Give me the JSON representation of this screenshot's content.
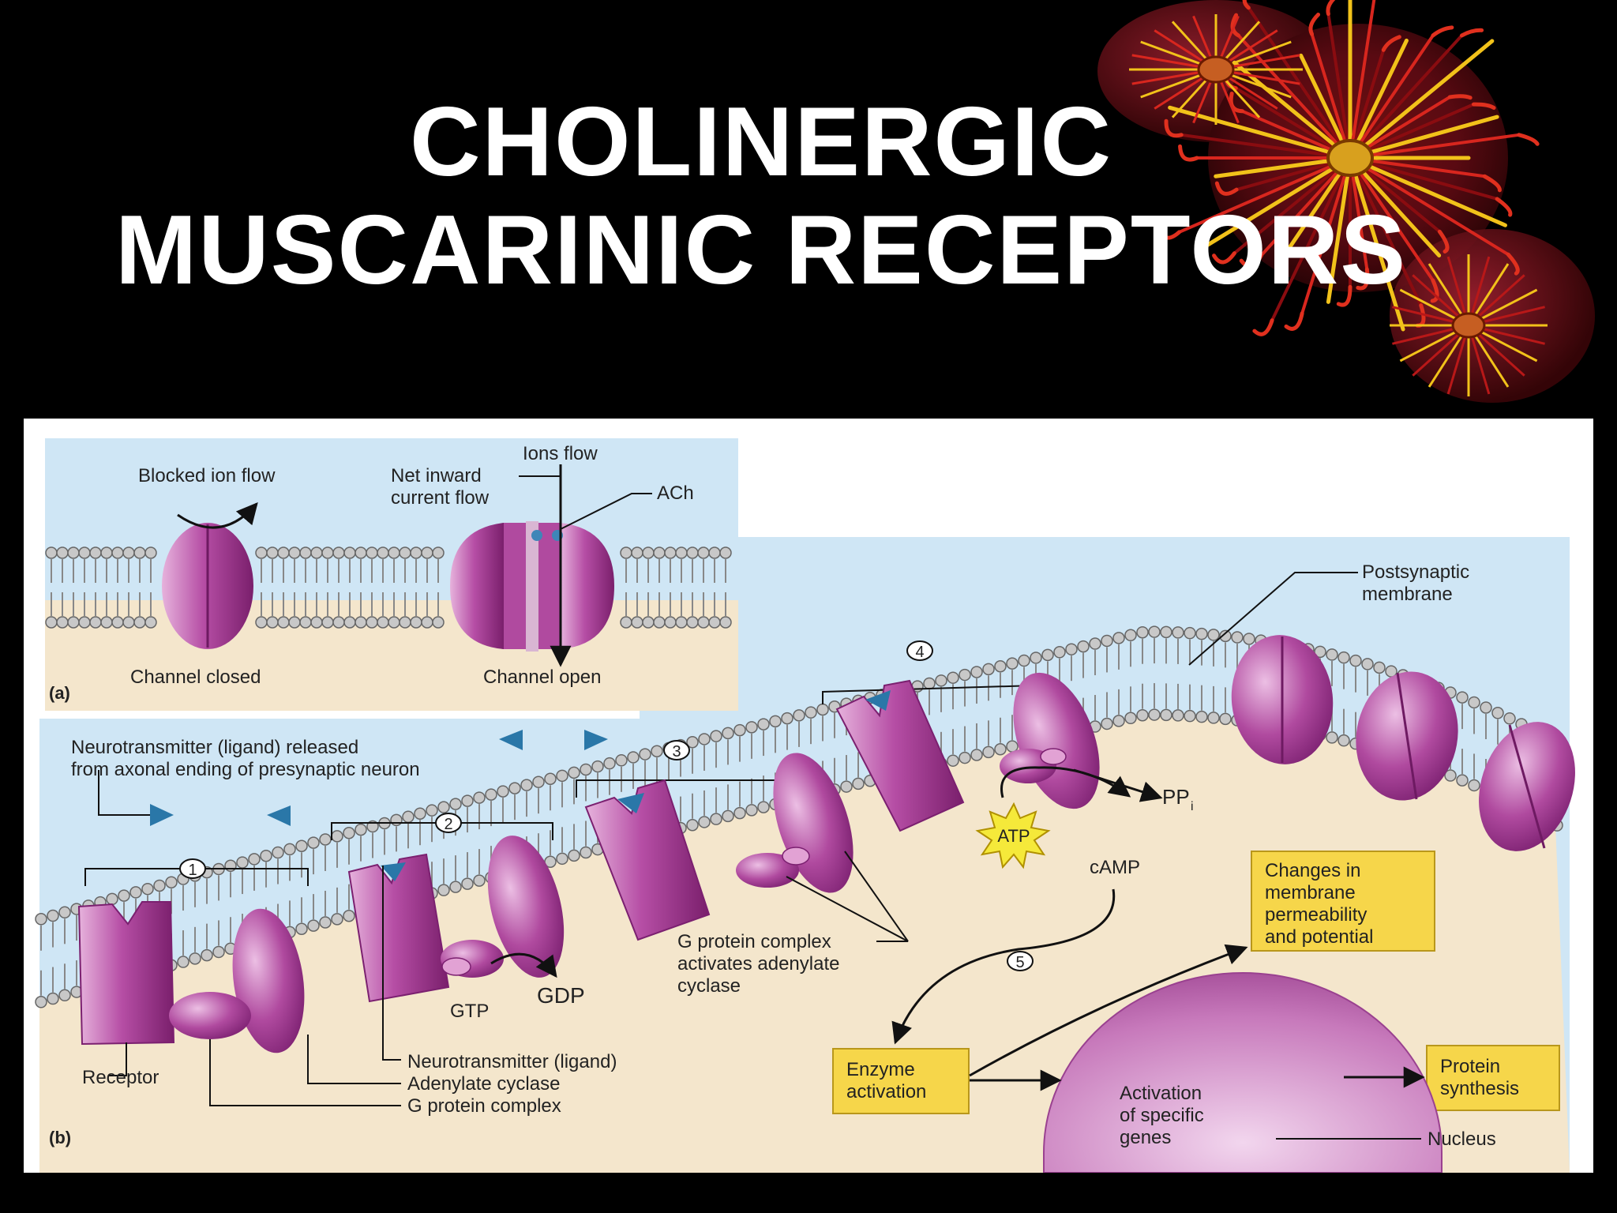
{
  "slide": {
    "title_line1": "CHOLINERGIC",
    "title_line2": "MUSCARINIC RECEPTORS"
  },
  "panel_a": {
    "label": "(a)",
    "blocked_ion_flow": "Blocked ion flow",
    "net_inward_line1": "Net inward",
    "net_inward_line2": "current flow",
    "ions_flow": "Ions flow",
    "ach": "ACh",
    "channel_closed": "Channel closed",
    "channel_open": "Channel open"
  },
  "panel_b": {
    "label": "(b)",
    "released_line1": "Neurotransmitter (ligand) released",
    "released_line2": "from axonal ending of presynaptic neuron",
    "postsynaptic_line1": "Postsynaptic",
    "postsynaptic_line2": "membrane",
    "steps": [
      "1",
      "2",
      "3",
      "4",
      "5"
    ],
    "gtp": "GTP",
    "gdp": "GDP",
    "atp": "ATP",
    "ppi": "PP",
    "ppi_sub": "i",
    "camp": "cAMP",
    "gprotein_line1": "G protein complex",
    "gprotein_line2": "activates adenylate",
    "gprotein_line3": "cyclase",
    "receptor": "Receptor",
    "neurotransmitter_ligand": "Neurotransmitter (ligand)",
    "adenylate_cyclase": "Adenylate cyclase",
    "g_protein_complex": "G protein complex",
    "changes_line1": "Changes in",
    "changes_line2": "membrane",
    "changes_line3": "permeability",
    "changes_line4": "and potential",
    "enzyme_line1": "Enzyme",
    "enzyme_line2": "activation",
    "genes_line1": "Activation",
    "genes_line2": "of specific",
    "genes_line3": "genes",
    "protein_line1": "Protein",
    "protein_line2": "synthesis",
    "nucleus": "Nucleus"
  },
  "colors": {
    "background": "#000000",
    "sky": "#cfe6f5",
    "cytoplasm": "#f4e6cc",
    "protein": "#b0489e",
    "protein_light": "#e2a2d4",
    "ligand": "#2a77a8",
    "callout_box": "#f6d64a",
    "atp_star": "#f5e93a"
  }
}
